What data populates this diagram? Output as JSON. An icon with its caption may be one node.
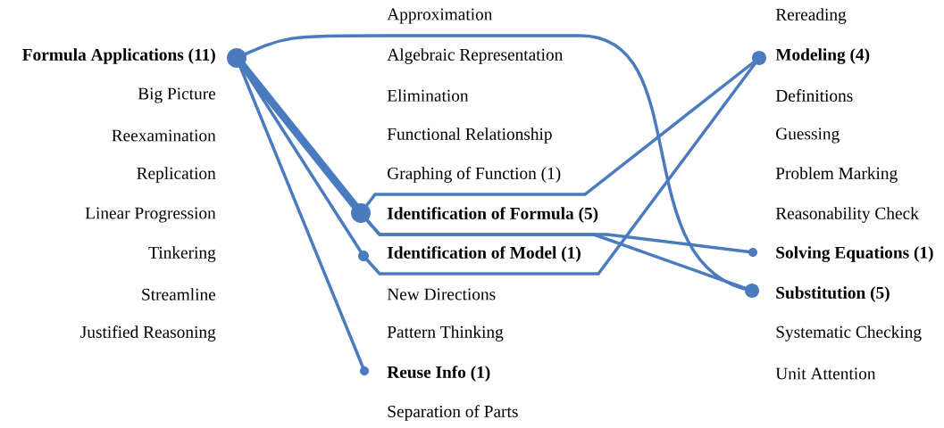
{
  "diagram": {
    "nodes": [
      {
        "text": [
          "Formula Applications (11)"
        ]
      },
      {
        "text": [
          "Identification of Formula (5)"
        ]
      },
      {
        "text": [
          "Identification of Model (1)"
        ]
      },
      {
        "text": [
          "Reuse Info (1)"
        ]
      },
      {
        "text": [
          "Modeling (4)"
        ]
      },
      {
        "text": [
          "Solving Equations (1)"
        ]
      },
      {
        "text": [
          "Substitution (5)"
        ]
      }
    ],
    "edges": [
      {
        "from": 0,
        "to": 1,
        "arrow": "none",
        "style": "thick"
      },
      {
        "from": 0,
        "to": 2,
        "arrow": "none"
      },
      {
        "from": 0,
        "to": 3,
        "arrow": "none"
      },
      {
        "from": 0,
        "to": 6,
        "arrow": "none"
      },
      {
        "from": 1,
        "to": 4,
        "arrow": "none"
      },
      {
        "from": 2,
        "to": 4,
        "arrow": "none"
      },
      {
        "from": 1,
        "to": 5,
        "arrow": "none"
      },
      {
        "from": 1,
        "to": 6,
        "arrow": "none"
      }
    ],
    "labels": [
      "Approximation",
      "Rereading",
      "Algebraic Representation",
      "Big Picture",
      "Elimination",
      "Definitions",
      "Reexamination",
      "Functional Relationship",
      "Guessing",
      "Replication",
      "Graphing of Function (1)",
      "Problem Marking",
      "Linear Progression",
      "Reasonability Check",
      "Tinkering",
      "Streamline",
      "New Directions",
      "Justified Reasoning",
      "Pattern Thinking",
      "Systematic Checking",
      "Unit Attention",
      "Separation of Parts"
    ]
  }
}
